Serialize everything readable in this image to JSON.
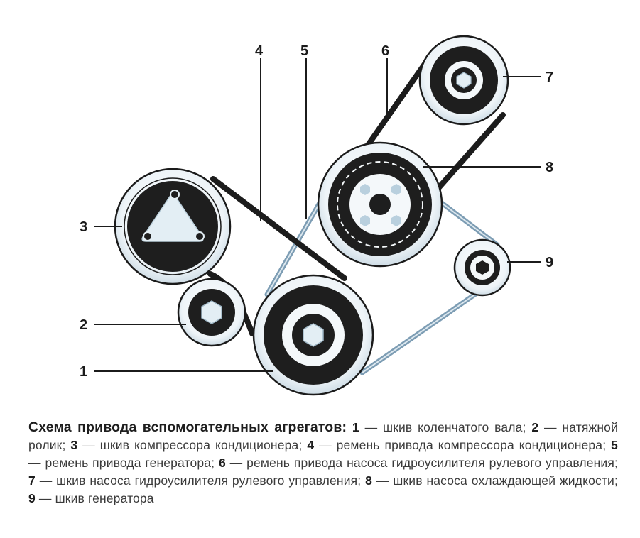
{
  "diagram": {
    "labels": [
      "1",
      "2",
      "3",
      "4",
      "5",
      "6",
      "7",
      "8",
      "9"
    ]
  },
  "caption": {
    "title": "Схема привода вспомогательных агрегатов:",
    "items": [
      {
        "num": "1",
        "text": "шкив коленчатого вала"
      },
      {
        "num": "2",
        "text": "натяжной ролик"
      },
      {
        "num": "3",
        "text": "шкив компрессора кондиционера"
      },
      {
        "num": "4",
        "text": "ремень привода компрессора кондиционера"
      },
      {
        "num": "5",
        "text": "ремень привода генератора"
      },
      {
        "num": "6",
        "text": "ремень привода насоса гидроусилителя рулевого управления"
      },
      {
        "num": "7",
        "text": "шкив насоса гидроусилителя рулевого управления"
      },
      {
        "num": "8",
        "text": "шкив насоса охлаждающей жидкости"
      },
      {
        "num": "9",
        "text": "шкив генератора"
      }
    ]
  },
  "colors": {
    "pulley_rim": "#f4f8fa",
    "pulley_outline": "#1b1b1b",
    "pulley_dark": "#1e1e1e",
    "belt_dark": "#1c1c1c",
    "belt_blue": "#7d9db4",
    "accent_light": "#e3eef4"
  }
}
